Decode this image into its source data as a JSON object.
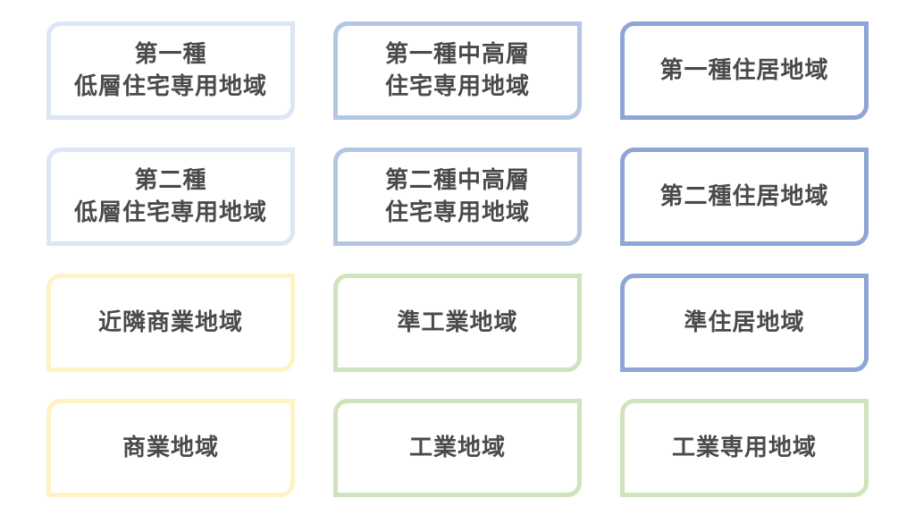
{
  "colors": {
    "pale_blue": "#dde6f6",
    "light_blue": "#b3c6e6",
    "medium_blue": "#8ea6d6",
    "pale_yellow": "#fff2c4",
    "light_green": "#cfe3bd",
    "text": "#4a4a4a"
  },
  "zones": [
    {
      "lines": [
        "第一種",
        "低層住宅専用地域"
      ],
      "color": "#dde6f6"
    },
    {
      "lines": [
        "第一種中高層",
        "住宅専用地域"
      ],
      "color": "#b3c6e6"
    },
    {
      "lines": [
        "第一種住居地域",
        ""
      ],
      "color": "#8ea6d6"
    },
    {
      "lines": [
        "第二種",
        "低層住宅専用地域"
      ],
      "color": "#dde6f6"
    },
    {
      "lines": [
        "第二種中高層",
        "住宅専用地域"
      ],
      "color": "#b3c6e6"
    },
    {
      "lines": [
        "第二種住居地域",
        ""
      ],
      "color": "#8ea6d6"
    },
    {
      "lines": [
        "近隣商業地域",
        ""
      ],
      "color": "#fff2c4"
    },
    {
      "lines": [
        "準工業地域",
        ""
      ],
      "color": "#cfe3bd"
    },
    {
      "lines": [
        "準住居地域",
        ""
      ],
      "color": "#8ea6d6"
    },
    {
      "lines": [
        "商業地域",
        ""
      ],
      "color": "#fff2c4"
    },
    {
      "lines": [
        "工業地域",
        ""
      ],
      "color": "#cfe3bd"
    },
    {
      "lines": [
        "工業専用地域",
        ""
      ],
      "color": "#cfe3bd"
    }
  ]
}
